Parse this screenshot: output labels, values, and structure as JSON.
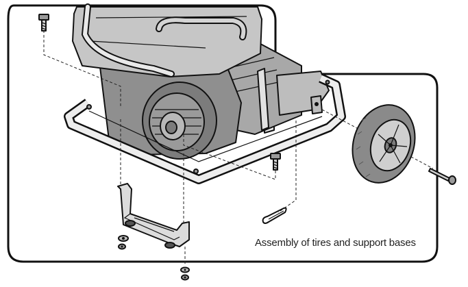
{
  "diagram": {
    "caption": "Assembly of tires and support bases",
    "colors": {
      "frame": "#e9e9e9",
      "body": "#c6c6c6",
      "engine_dark": "#8f8f8f",
      "tire": "#8a8a8a",
      "outline": "#111111"
    },
    "parts": [
      "generator-frame",
      "fuel-tank",
      "engine",
      "recoil-starter",
      "wheel",
      "axle-bolt",
      "support-base",
      "bolt",
      "nut",
      "washer",
      "cotter-pin"
    ]
  }
}
